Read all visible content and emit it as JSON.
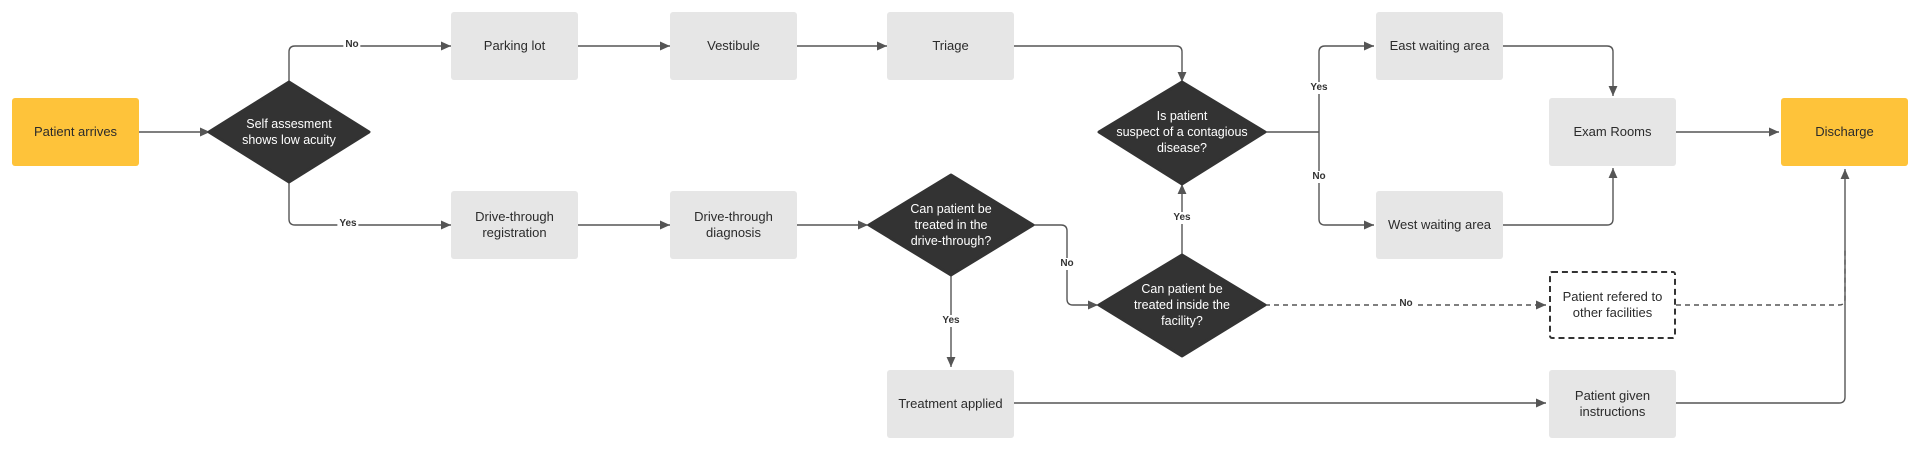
{
  "colors": {
    "terminal": "#fec33a",
    "process": "#e6e6e6",
    "decision": "#333333",
    "edge": "#555555"
  },
  "nodes": {
    "patient_arrives": "Patient arrives",
    "self_assessment": "Self assesment\nshows low acuity",
    "parking_lot": "Parking lot",
    "vestibule": "Vestibule",
    "triage": "Triage",
    "drive_through_registration": "Drive-through\nregistration",
    "drive_through_diagnosis": "Drive-through\ndiagnosis",
    "treated_in_drive_through": "Can patient be\ntreated in the\ndrive-through?",
    "contagious": "Is patient\nsuspect of a contagious\ndisease?",
    "treated_inside": "Can patient be\ntreated inside the\nfacility?",
    "east_waiting": "East waiting area",
    "west_waiting": "West waiting area",
    "exam_rooms": "Exam Rooms",
    "discharge": "Discharge",
    "treatment_applied": "Treatment applied",
    "referred": "Patient refered to\nother facilities",
    "instructions": "Patient given\ninstructions"
  },
  "edge_labels": {
    "self_no": "No",
    "self_yes": "Yes",
    "drive_no": "No",
    "drive_yes": "Yes",
    "inside_yes": "Yes",
    "inside_no": "No",
    "contagious_yes": "Yes",
    "contagious_no": "No"
  }
}
